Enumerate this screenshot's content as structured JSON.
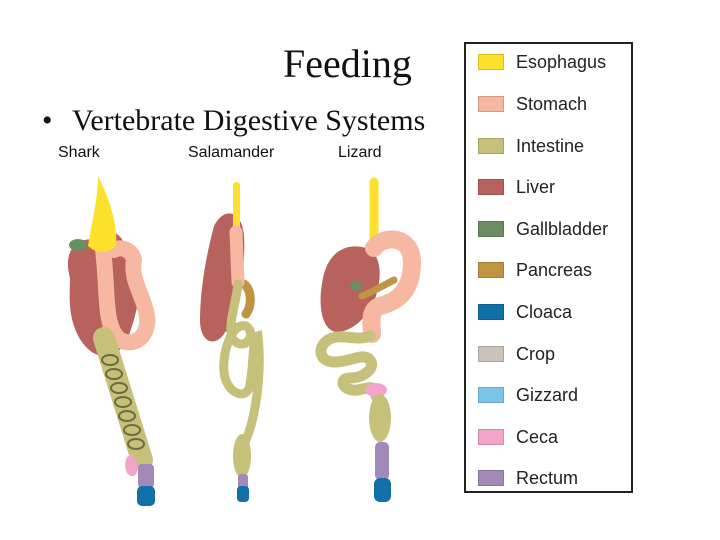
{
  "slide": {
    "title": "Feeding",
    "bullet": "Vertebrate Digestive Systems"
  },
  "specimens": [
    {
      "label": "Shark"
    },
    {
      "label": "Salamander"
    },
    {
      "label": "Lizard"
    }
  ],
  "legend": [
    {
      "label": "Esophagus",
      "color": "#FDE02B"
    },
    {
      "label": "Stomach",
      "color": "#F6B8A0"
    },
    {
      "label": "Intestine",
      "color": "#C5C07A"
    },
    {
      "label": "Liver",
      "color": "#B8625E"
    },
    {
      "label": "Gallbladder",
      "color": "#6A8E62"
    },
    {
      "label": "Pancreas",
      "color": "#BF9443"
    },
    {
      "label": "Cloaca",
      "color": "#1170A8"
    },
    {
      "label": "Crop",
      "color": "#CBC2BA"
    },
    {
      "label": "Gizzard",
      "color": "#7DC4EA"
    },
    {
      "label": "Ceca",
      "color": "#F4A4C8"
    },
    {
      "label": "Rectum",
      "color": "#A18AB8"
    }
  ]
}
